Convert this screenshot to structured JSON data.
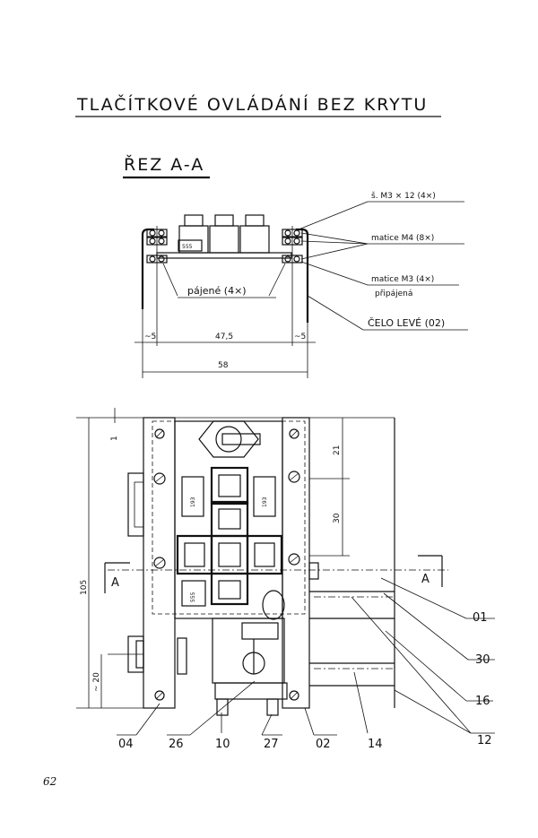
{
  "title": "TLAČÍTKOVÉ  OVLÁDÁNÍ  BEZ  KRYTU",
  "section_title": "ŘEZ  A-A",
  "section_view": {
    "callouts": {
      "screw": "š. M3 × 12  (4×)",
      "nut_m4": "matice M4  (8×)",
      "nut_m3": "matice M3  (4×)",
      "nut_m3_note": "připájená",
      "soldered": "pájené (4×)",
      "front_left": "ČELO  LEVÉ (02)"
    },
    "chip_label": "555",
    "dimensions": {
      "left_gap": "~5",
      "middle": "47,5",
      "right_gap": "~5",
      "overall": "58"
    }
  },
  "front_view": {
    "dimensions": {
      "top": "1",
      "upper": "21",
      "spacing": "30",
      "height": "105",
      "bottom": "~ 20"
    },
    "section_markers": [
      "A",
      "A"
    ],
    "chip_labels": [
      "193",
      "193",
      "555"
    ],
    "part_numbers": {
      "p01": "01",
      "p30": "30",
      "p16": "16",
      "p12": "12",
      "p04": "04",
      "p26": "26",
      "p10": "10",
      "p27": "27",
      "p02": "02",
      "p14": "14"
    }
  },
  "page_number": "62"
}
